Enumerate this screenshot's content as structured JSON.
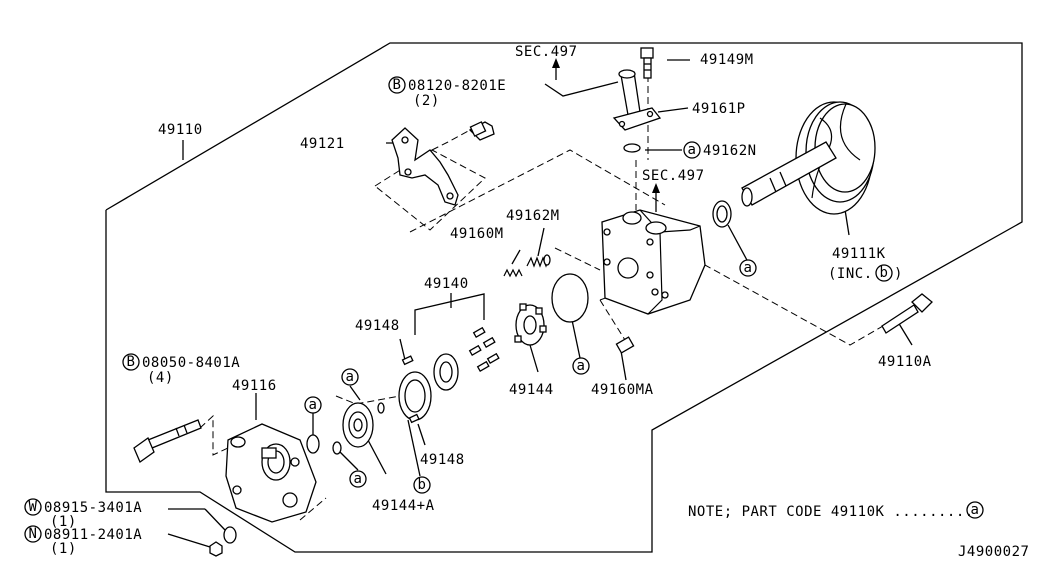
{
  "labels": {
    "sec_top": "SEC.497",
    "p49149m": "49149M",
    "bolt_b_1": "08120-8201E",
    "bolt_b_1_qty": "(2)",
    "p49161p": "49161P",
    "p49110": "49110",
    "p49121": "49121",
    "p49162n": "49162N",
    "sec_mid": "SEC.497",
    "p49162m": "49162M",
    "p49160m": "49160M",
    "p49111k": "49111K",
    "inc_pre": "(INC.",
    "inc_post": ")",
    "p49140": "49140",
    "p49148_a": "49148",
    "bolt_b_2": "08050-8401A",
    "bolt_b_2_qty": "(4)",
    "p49116": "49116",
    "p49144": "49144",
    "p49160ma": "49160MA",
    "p49110a": "49110A",
    "p49148_b": "49148",
    "p49144a": "49144+A",
    "washer_w": "08915-3401A",
    "washer_w_qty": "(1)",
    "nut_n": "08911-2401A",
    "nut_n_qty": "(1)",
    "note": "NOTE; PART CODE 49110K .........",
    "diagram_code": "J4900027"
  },
  "markers": {
    "circle_a": "a",
    "circle_b": "b",
    "prefix_b": "B",
    "prefix_w": "W",
    "prefix_n": "N"
  }
}
